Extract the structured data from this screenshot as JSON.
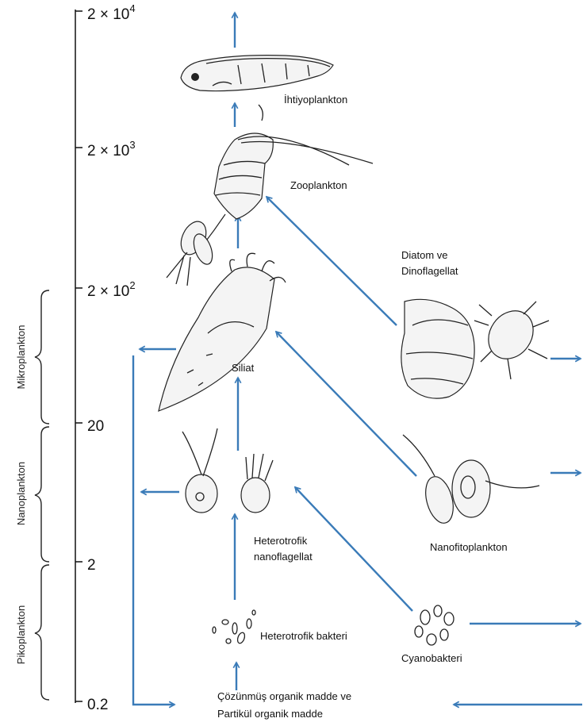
{
  "axis": {
    "ticks": [
      {
        "base": "2 × 10",
        "exp": "4"
      },
      {
        "base": "2 × 10",
        "exp": "3"
      },
      {
        "base": "2 × 10",
        "exp": "2"
      },
      {
        "base": "20",
        "exp": ""
      },
      {
        "base": "2",
        "exp": ""
      },
      {
        "base": "0.2",
        "exp": ""
      }
    ]
  },
  "size_classes": [
    "Mikroplankton",
    "Nanoplankton",
    "Pikoplankton"
  ],
  "organisms": {
    "ichthyo": "İhtiyoplankton",
    "zoo": "Zooplankton",
    "diatom_line1": "Diatom ve",
    "diatom_line2": "Dinoflagellat",
    "ciliate": "Siliat",
    "hnf_line1": "Heterotrofik",
    "hnf_line2": "nanoflagellat",
    "nanophyto": "Nanofitoplankton",
    "bacteria": "Heterotrofik bakteri",
    "cyano": "Cyanobakteri",
    "dom_line1": "Çözünmüş organik madde ve",
    "dom_line2": "Partikül organik madde"
  },
  "colors": {
    "arrow": "#3a7bb8",
    "text": "#111111"
  }
}
